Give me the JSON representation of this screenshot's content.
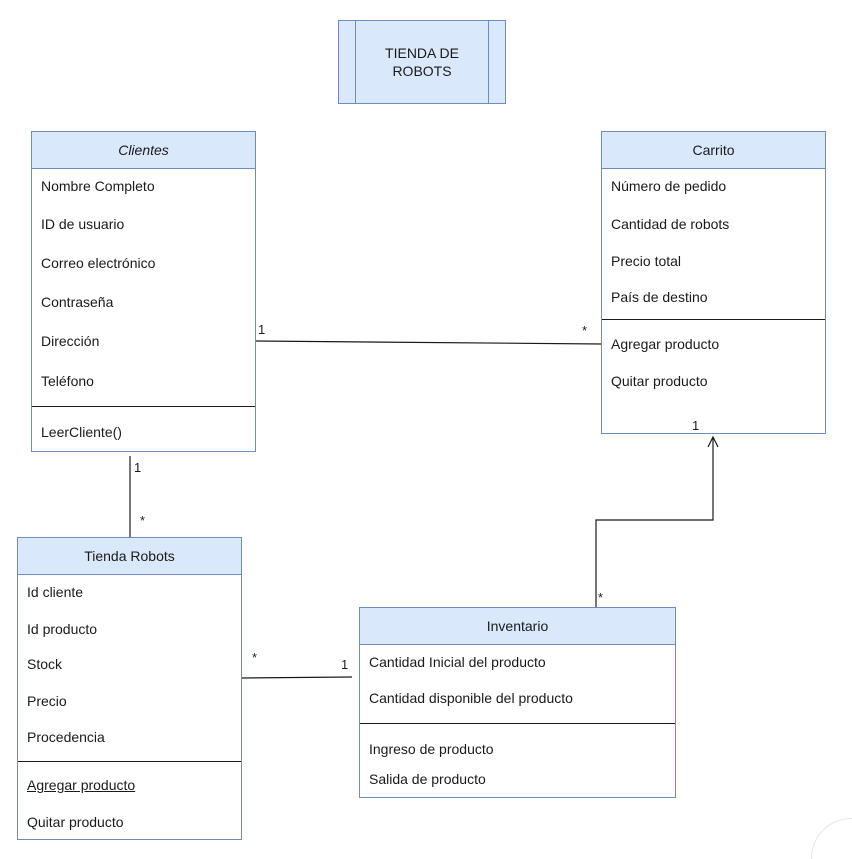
{
  "title": {
    "line1": "TIENDA DE",
    "line2": "ROBOTS"
  },
  "classes": {
    "clientes": {
      "name": "Clientes",
      "attributes": [
        "Nombre Completo",
        "ID de usuario",
        "Correo electrónico",
        "Contraseña",
        "Dirección",
        "Teléfono"
      ],
      "methods": [
        "LeerCliente()"
      ]
    },
    "carrito": {
      "name": "Carrito",
      "attributes": [
        "Número de pedido",
        "Cantidad de robots",
        "Precio total",
        "País de destino"
      ],
      "methods": [
        "Agregar producto",
        "Quitar producto"
      ]
    },
    "tienda": {
      "name": "Tienda Robots",
      "attributes": [
        "Id cliente",
        "Id producto",
        "Stock",
        "Precio",
        "Procedencia"
      ],
      "methods": [
        "Agregar producto",
        "Quitar producto"
      ]
    },
    "inventario": {
      "name": "Inventario",
      "attributes": [
        "Cantidad Inicial del producto",
        "Cantidad disponible del producto"
      ],
      "methods": [
        "Ingreso de producto",
        "Salida de producto"
      ]
    }
  },
  "multiplicities": {
    "clientes_carrito_src": "1",
    "clientes_carrito_dst": "*",
    "clientes_tienda_src": "1",
    "clientes_tienda_dst": "*",
    "tienda_inventario_src": "*",
    "tienda_inventario_dst": "1",
    "inventario_carrito_src": "*",
    "inventario_carrito_dst": "1"
  },
  "colors": {
    "fill": "#dae8fc",
    "stroke": "#6c8ebf",
    "line": "#1a1a1a"
  }
}
